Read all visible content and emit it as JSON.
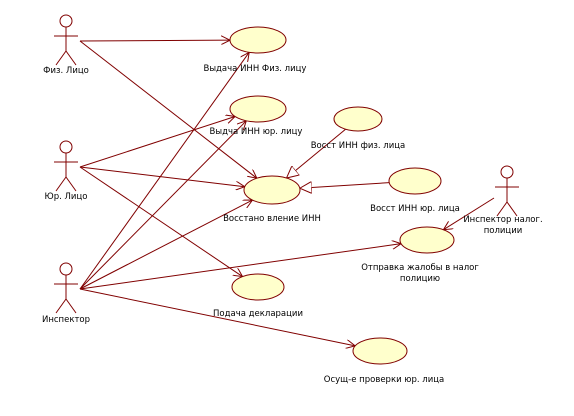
{
  "actors": [
    {
      "id": "fiz",
      "label": "Физ. Лицо"
    },
    {
      "id": "yur",
      "label": "Юр. Лицо"
    },
    {
      "id": "insp",
      "label": "Инспектор"
    },
    {
      "id": "nalog",
      "label_lines": [
        "Инспектор налог.",
        "полиции"
      ]
    }
  ],
  "use_cases": [
    {
      "id": "uc-inn-fiz",
      "label_lines": [
        "Выдача ИНН Физ. лицу"
      ]
    },
    {
      "id": "uc-inn-yur",
      "label_lines": [
        "Выдча ИНН юр. лицу"
      ]
    },
    {
      "id": "uc-vosst-fiz",
      "label_lines": [
        "Восст ИНН физ. лица"
      ]
    },
    {
      "id": "uc-vosst-yur",
      "label_lines": [
        "Восст ИНН юр. лица"
      ]
    },
    {
      "id": "uc-vosst-inn",
      "label_lines": [
        "Восстано вление ИНН"
      ]
    },
    {
      "id": "uc-zhaloba",
      "label_lines": [
        "Отправка жалобы в налог",
        "полицию"
      ]
    },
    {
      "id": "uc-deklar",
      "label_lines": [
        "Подача декларации"
      ]
    },
    {
      "id": "uc-proverka",
      "label_lines": [
        "Осущ-е проверки юр. лица"
      ]
    }
  ],
  "associations": [
    {
      "from": "fiz",
      "to": "uc-inn-fiz"
    },
    {
      "from": "fiz",
      "to": "uc-vosst-inn"
    },
    {
      "from": "yur",
      "to": "uc-inn-yur"
    },
    {
      "from": "yur",
      "to": "uc-vosst-inn"
    },
    {
      "from": "yur",
      "to": "uc-deklar"
    },
    {
      "from": "insp",
      "to": "uc-inn-fiz"
    },
    {
      "from": "insp",
      "to": "uc-inn-yur"
    },
    {
      "from": "insp",
      "to": "uc-vosst-inn"
    },
    {
      "from": "insp",
      "to": "uc-zhaloba"
    },
    {
      "from": "insp",
      "to": "uc-proverka"
    },
    {
      "from": "nalog",
      "to": "uc-zhaloba"
    }
  ],
  "generalizations": [
    {
      "from": "uc-vosst-fiz",
      "to": "uc-vosst-inn"
    },
    {
      "from": "uc-vosst-yur",
      "to": "uc-vosst-inn"
    }
  ],
  "colors": {
    "line": "#800000",
    "usecase_fill": "#FFFFCC",
    "text": "#000000",
    "background": "#FFFFFF"
  }
}
